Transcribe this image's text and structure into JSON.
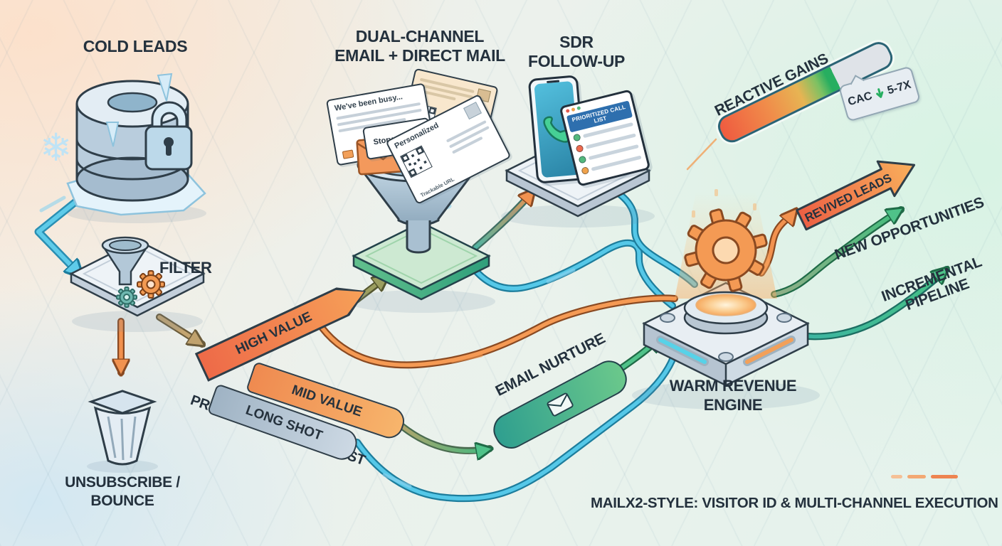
{
  "cold_leads": {
    "label": "COLD LEADS"
  },
  "filter": {
    "label": "FILTER"
  },
  "unsubscribe": {
    "label_line1": "UNSUBSCRIBE /",
    "label_line2": "BOUNCE"
  },
  "revival_list": {
    "label": "PRIORITIZED REVIVAL LIST",
    "tiers": [
      {
        "label": "HIGH VALUE"
      },
      {
        "label": "MID VALUE"
      },
      {
        "label": "LONG SHOT"
      }
    ]
  },
  "dual_channel": {
    "title_line1": "DUAL-CHANNEL",
    "title_line2": "EMAIL + DIRECT MAIL",
    "email_card_text": "We've been busy...",
    "insert_card_text": "Story + Proof",
    "postcard_text": "Personalized",
    "postcard_url_text": "Trackable URL"
  },
  "sdr": {
    "title_line1": "SDR",
    "title_line2": "FOLLOW-UP",
    "call_list_title": "PRIORITIZED CALL LIST"
  },
  "reactive_gains": {
    "label": "REACTIVE GAINS",
    "badge_metric": "CAC",
    "badge_value": "5-7X"
  },
  "email_nurture": {
    "label": "EMAIL NURTURE"
  },
  "engine": {
    "label_line1": "WARM REVENUE",
    "label_line2": "ENGINE"
  },
  "outputs": {
    "revived_leads": "REVIVED LEADS",
    "new_opportunities": "NEW OPPORTUNITIES",
    "pipeline_line1": "INCREMENTAL",
    "pipeline_line2": "PIPELINE"
  },
  "footer": {
    "caption": "MAILX2-STYLE: VISITOR ID & MULTI-CHANNEL EXECUTION"
  },
  "icons": {
    "snowflake": "❄"
  },
  "colors": {
    "ink": "#24313d",
    "cold_blue": "#5ecbe9",
    "hot_orange": "#f2924f",
    "success_green": "#46c184",
    "high_value_red": "#ee6a48"
  }
}
